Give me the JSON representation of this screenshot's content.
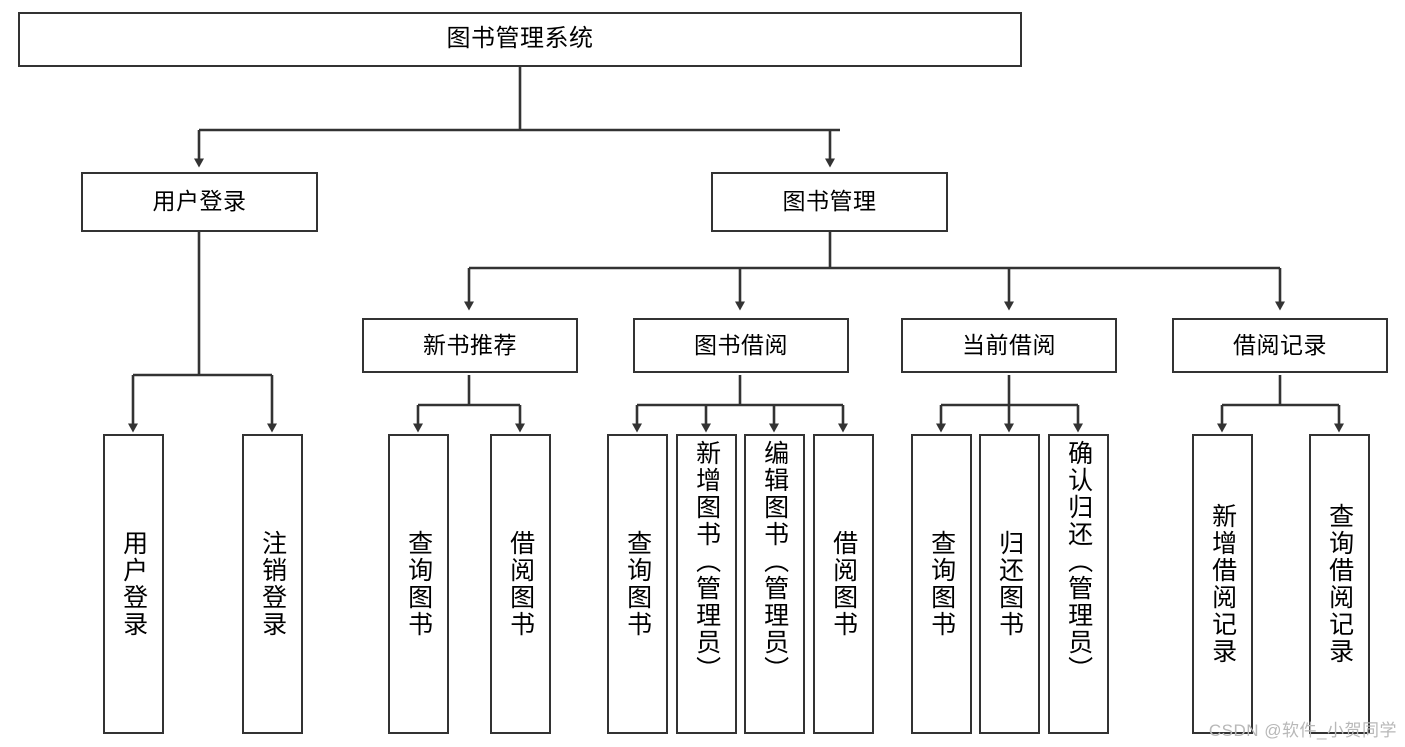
{
  "diagram": {
    "title": "图书管理系统",
    "root": {
      "label": "图书管理系统"
    },
    "level2": [
      {
        "label": "用户登录"
      },
      {
        "label": "图书管理"
      }
    ],
    "level3": [
      {
        "label": "新书推荐"
      },
      {
        "label": "图书借阅"
      },
      {
        "label": "当前借阅"
      },
      {
        "label": "借阅记录"
      }
    ],
    "leaves": [
      {
        "label": "用户登录",
        "parent": "用户登录"
      },
      {
        "label": "注销登录",
        "parent": "用户登录"
      },
      {
        "label": "查询图书",
        "parent": "新书推荐"
      },
      {
        "label": "借阅图书",
        "parent": "新书推荐"
      },
      {
        "label": "查询图书",
        "parent": "图书借阅"
      },
      {
        "label": "新增图书（管理员）",
        "parent": "图书借阅"
      },
      {
        "label": "编辑图书（管理员）",
        "parent": "图书借阅"
      },
      {
        "label": "借阅图书",
        "parent": "图书借阅"
      },
      {
        "label": "查询图书",
        "parent": "当前借阅"
      },
      {
        "label": "归还图书",
        "parent": "当前借阅"
      },
      {
        "label": "确认归还（管理员）",
        "parent": "当前借阅"
      },
      {
        "label": "新增借阅记录",
        "parent": "借阅记录"
      },
      {
        "label": "查询借阅记录",
        "parent": "借阅记录"
      }
    ]
  },
  "watermark": {
    "text": "CSDN @软件_小贺同学"
  },
  "colors": {
    "stroke": "#333333",
    "background": "#ffffff",
    "text": "#000000",
    "watermark": "#b8b8b8"
  }
}
